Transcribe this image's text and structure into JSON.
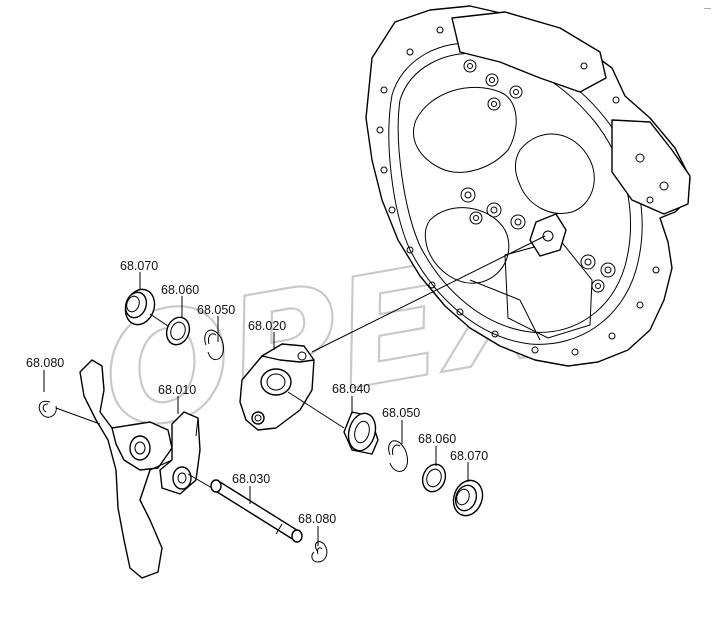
{
  "watermark": "OPEX",
  "corner_mark": "—",
  "labels": {
    "p070_left": "68.070",
    "p060_left": "68.060",
    "p050_left": "68.050",
    "p020": "68.020",
    "p080_left": "68.080",
    "p010": "68.010",
    "p040": "68.040",
    "p050_right": "68.050",
    "p060_right": "68.060",
    "p070_right": "68.070",
    "p030": "68.030",
    "p080_bottom": "68.080"
  }
}
